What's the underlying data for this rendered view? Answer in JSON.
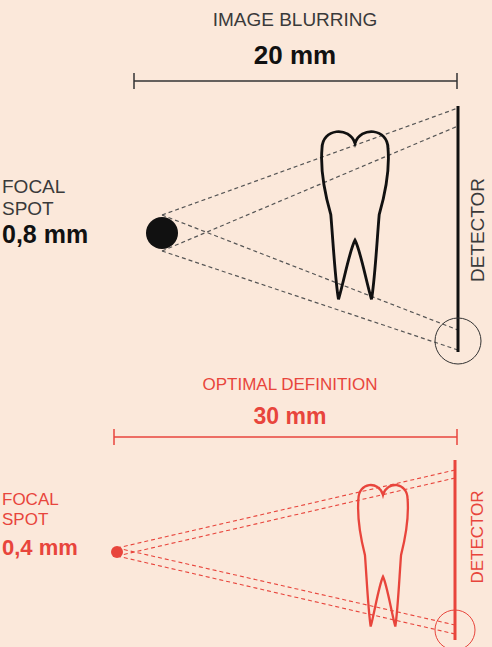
{
  "diagram": {
    "labels": [
      "IMAGE BLURRING",
      "20 mm",
      "FOCAL SPOT",
      "0,8 mm",
      "DETECTOR",
      "OPTIMAL DEFINITION",
      "30 mm",
      "FOCAL SPOT",
      "0,4 mm",
      "DETECTOR"
    ]
  }
}
